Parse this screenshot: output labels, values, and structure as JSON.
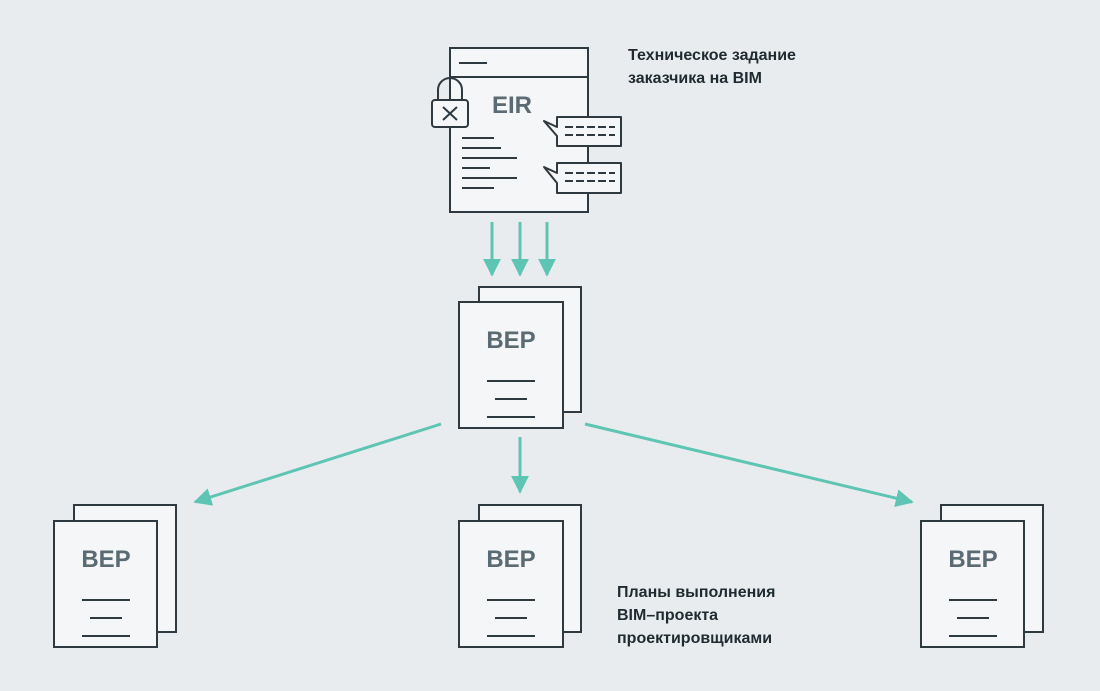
{
  "eir": {
    "label": "EIR",
    "caption": [
      "Техническое задание",
      "заказчика на BIM"
    ]
  },
  "bep": {
    "label": "BEP",
    "caption": [
      "Планы выполнения",
      "BIM–проекта",
      "проектировщиками"
    ]
  },
  "colors": {
    "background": "#e9ecee",
    "document_fill": "#f4f6f7",
    "stroke": "#2e3a40",
    "label_text": "#5a6b73",
    "arrow": "#5ec4b3"
  },
  "icons": [
    "lock-icon",
    "comment-bubble-icon"
  ]
}
